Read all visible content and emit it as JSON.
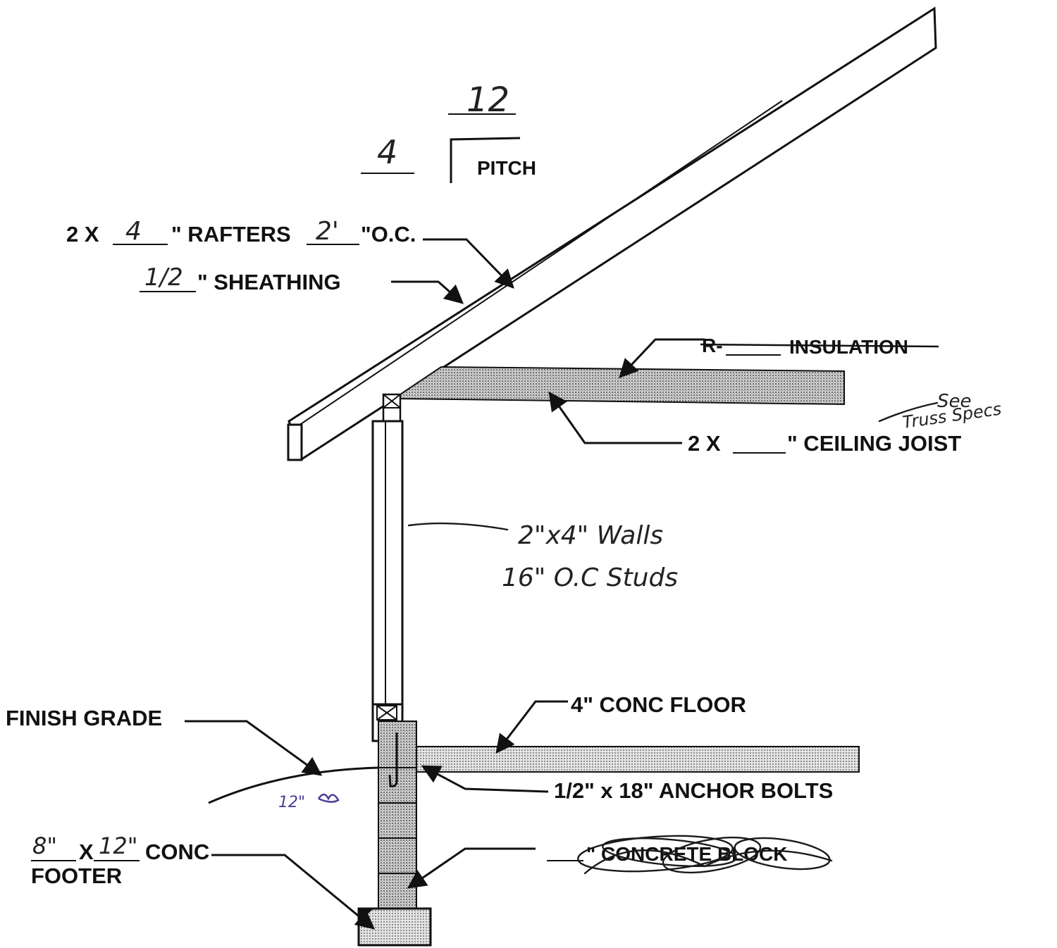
{
  "pitch": {
    "rise": "4",
    "run": "12",
    "label": "PITCH"
  },
  "rafters": {
    "prefix": "2 X",
    "size": "4",
    "mid": "\" RAFTERS",
    "spacing": "2'",
    "suffix": "\"O.C."
  },
  "sheathing": {
    "size": "1/2",
    "label": "\" SHEATHING"
  },
  "insulation": {
    "label": "R-",
    "name": "INSULATION"
  },
  "ceiling_joist": {
    "prefix": "2 X",
    "label": "\" CEILING JOIST",
    "note_line1": "See",
    "note_line2": "Truss Specs"
  },
  "walls": {
    "line1": "2\"x4\" Walls",
    "line2": "16\" O.C Studs"
  },
  "floor": {
    "label": "4\" CONC FLOOR"
  },
  "finish_grade": {
    "label": "FINISH GRADE",
    "note": "12\""
  },
  "anchor_bolts": {
    "label": "1/2\" x 18\" ANCHOR BOLTS"
  },
  "block": {
    "label": "\" CONCRETE BLOCK"
  },
  "footer": {
    "width": "8\"",
    "x": "X",
    "depth": "12\"",
    "label1": "CONC",
    "label2": "FOOTER"
  },
  "colors": {
    "ink": "#111111",
    "hatch": "#8c8c8c",
    "hand_blue": "#4a3f9a"
  }
}
